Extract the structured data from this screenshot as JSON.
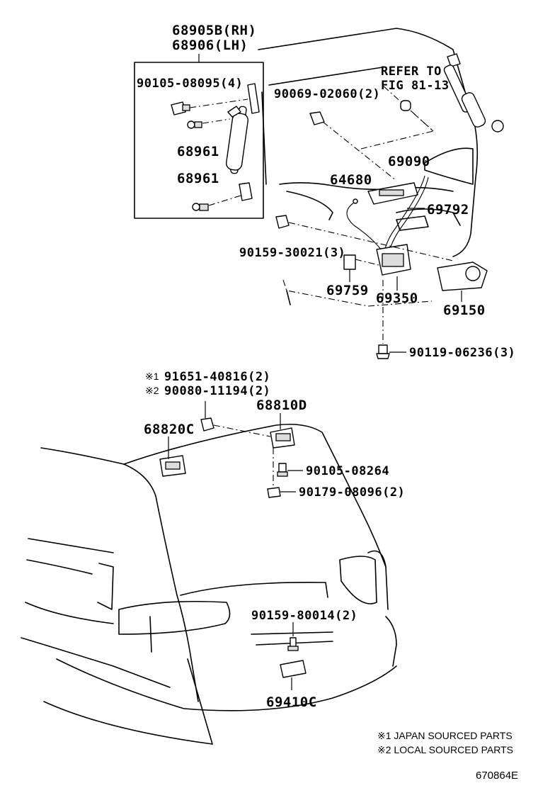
{
  "parts": {
    "p68905b": "68905B(RH)",
    "p68906": "68906(LH)",
    "p90105_08095": "90105-08095(4)",
    "p68961a": "68961",
    "p68961b": "68961",
    "refer_line1": "REFER TO",
    "refer_line2": "FIG 81-13",
    "p90069": "90069-02060(2)",
    "p69090": "69090",
    "p64680": "64680",
    "p69792": "69792",
    "p90159_30021": "90159-30021(3)",
    "p69759": "69759",
    "p69350": "69350",
    "p69150": "69150",
    "p90119": "90119-06236(3)",
    "p91651": "91651-40816(2)",
    "p90080": "90080-11194(2)",
    "p68810d": "68810D",
    "p68820c": "68820C",
    "p90105_08264": "90105-08264",
    "p90179": "90179-08096(2)",
    "p90159_80014": "90159-80014(2)",
    "p69410c": "69410C"
  },
  "markers": {
    "m1": "※1",
    "m2": "※2"
  },
  "legend": {
    "line1": "※1 JAPAN SOURCED PARTS",
    "line2": "※2 LOCAL SOURCED PARTS"
  },
  "figure_code": "670864E"
}
